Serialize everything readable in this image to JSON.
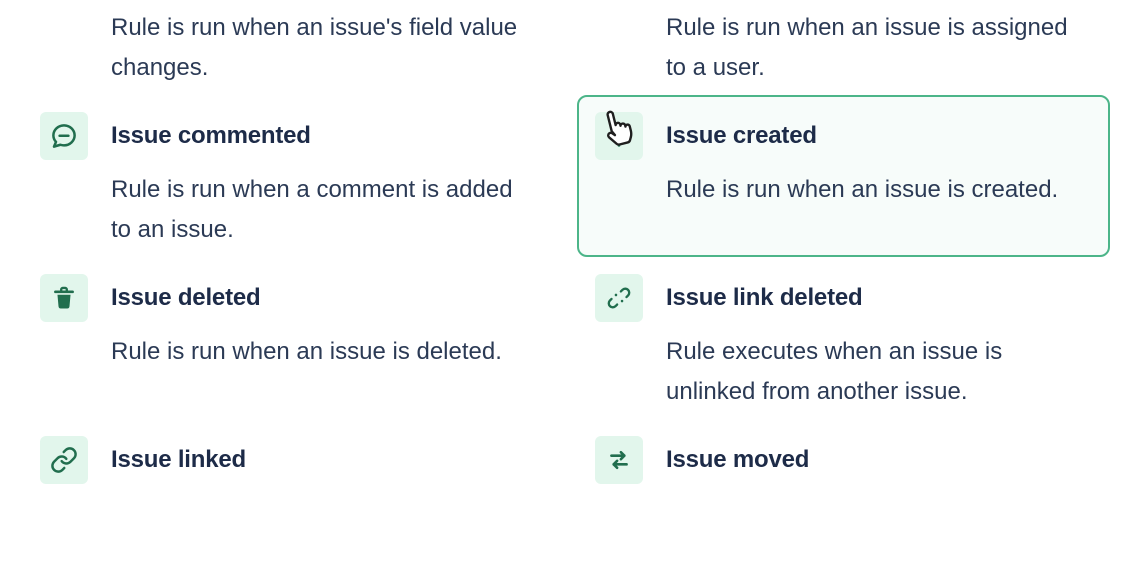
{
  "colors": {
    "page_bg": "#ffffff",
    "icon_bg": "#e2f6ec",
    "icon_fg": "#216e4e",
    "selected_border": "#4cb589",
    "selected_bg": "#f7fcfa",
    "title_color": "#1d2b48",
    "desc_color": "#2b3a55"
  },
  "cursor": {
    "type": "hand-pointer"
  },
  "cards": [
    {
      "name": "field-value-changed",
      "description": "Rule is run when an issue's field value changes."
    },
    {
      "name": "issue-assigned",
      "description": "Rule is run when an issue is assigned to a user."
    },
    {
      "name": "issue-commented",
      "title": "Issue commented",
      "description": "Rule is run when a comment is added to an issue.",
      "icon": "comment-icon"
    },
    {
      "name": "issue-created",
      "title": "Issue created",
      "description": "Rule is run when an issue is created.",
      "icon": "plus-icon",
      "selected": true
    },
    {
      "name": "issue-deleted",
      "title": "Issue deleted",
      "description": "Rule is run when an issue is deleted.",
      "icon": "trash-icon"
    },
    {
      "name": "issue-link-deleted",
      "title": "Issue link deleted",
      "description": "Rule executes when an issue is unlinked from another issue.",
      "icon": "broken-link-icon"
    },
    {
      "name": "issue-linked",
      "title": "Issue linked",
      "icon": "link-icon"
    },
    {
      "name": "issue-moved",
      "title": "Issue moved",
      "icon": "move-arrows-icon"
    }
  ]
}
